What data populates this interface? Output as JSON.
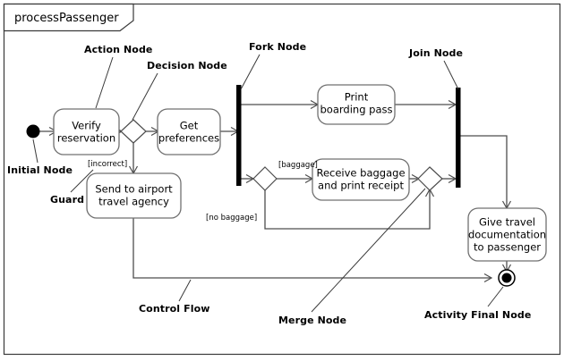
{
  "diagram": {
    "type": "uml-activity-diagram",
    "frame_title": "processPassenger",
    "background_color": "#ffffff",
    "line_color": "#4d4d4d",
    "node_stroke_color": "#707070",
    "text_color": "#000000"
  },
  "nodes": {
    "initial": {
      "kind": "initial-node",
      "label": ""
    },
    "verify_reservation": {
      "kind": "action",
      "line1": "Verify",
      "line2": "reservation"
    },
    "decision_correct": {
      "kind": "decision",
      "label": ""
    },
    "get_preferences": {
      "kind": "action",
      "line1": "Get",
      "line2": "preferences"
    },
    "send_to_agency": {
      "kind": "action",
      "line1": "Send to airport",
      "line2": "travel agency"
    },
    "fork": {
      "kind": "fork-node",
      "label": ""
    },
    "print_boarding_pass": {
      "kind": "action",
      "line1": "Print",
      "line2": "boarding pass"
    },
    "decision_baggage": {
      "kind": "decision",
      "label": ""
    },
    "receive_baggage": {
      "kind": "action",
      "line1": "Receive baggage",
      "line2": "and print receipt"
    },
    "merge": {
      "kind": "merge-node",
      "label": ""
    },
    "join": {
      "kind": "join-node",
      "label": ""
    },
    "give_documentation": {
      "kind": "action",
      "line1": "Give travel",
      "line2": "documentation",
      "line3": "to passenger"
    },
    "final": {
      "kind": "activity-final-node",
      "label": ""
    }
  },
  "guards": {
    "incorrect": "[incorrect]",
    "baggage": "[baggage]",
    "no_baggage": "[no baggage]"
  },
  "annotations": {
    "action_node": "Action Node",
    "decision_node": "Decision Node",
    "fork_node": "Fork Node",
    "join_node": "Join Node",
    "initial_node": "Initial Node",
    "guard": "Guard",
    "control_flow": "Control Flow",
    "merge_node": "Merge Node",
    "activity_final_node": "Activity Final Node"
  }
}
